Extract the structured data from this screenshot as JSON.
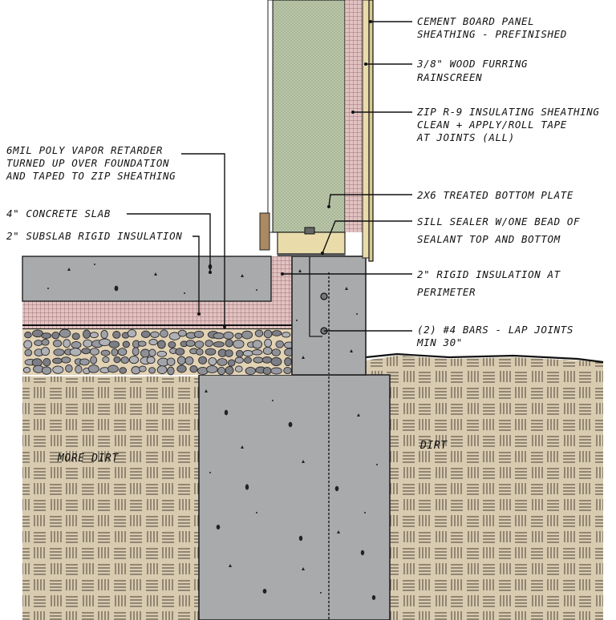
{
  "labels": {
    "cement_board": [
      "CEMENT BOARD PANEL",
      "SHEATHING - PREFINISHED"
    ],
    "wood_furring": [
      "3/8\" WOOD FURRING",
      "RAINSCREEN"
    ],
    "zip_sheathing": [
      "ZIP R-9 INSULATING SHEATHING",
      "CLEAN + APPLY/ROLL TAPE",
      "AT JOINTS (ALL)"
    ],
    "vapor_retarder": [
      "6MIL POLY VAPOR RETARDER",
      "TURNED UP OVER FOUNDATION",
      "AND TAPED TO ZIP SHEATHING"
    ],
    "bottom_plate": [
      "2x6 TREATED BOTTOM PLATE"
    ],
    "concrete_slab": [
      "4\" CONCRETE SLAB"
    ],
    "sill_sealer": [
      "SILL SEALER W/ONE BEAD OF",
      "SEALANT TOP AND BOTTOM"
    ],
    "subslab_insulation": [
      "2\" SUBSLAB RIGID INSULATION"
    ],
    "perimeter_insulation": [
      "2\" RIGID INSULATION AT",
      "PERIMETER"
    ],
    "rebar": [
      "(2) #4 BARS - LAP JOINTS",
      "MIN 30\""
    ],
    "more_dirt": "MORE DIRT",
    "dirt": "DIRT"
  },
  "colors": {
    "concrete": "#a9aaac",
    "concrete_dark": "#9a9b9d",
    "dirt": "#d8cbb0",
    "insulation": "#e2c2c2",
    "insulation_grid": "#8a5c5c",
    "zip_panel": "#b9c6a8",
    "wood": "#e9dcaa",
    "gravel_bg": "#e3d3b5"
  }
}
